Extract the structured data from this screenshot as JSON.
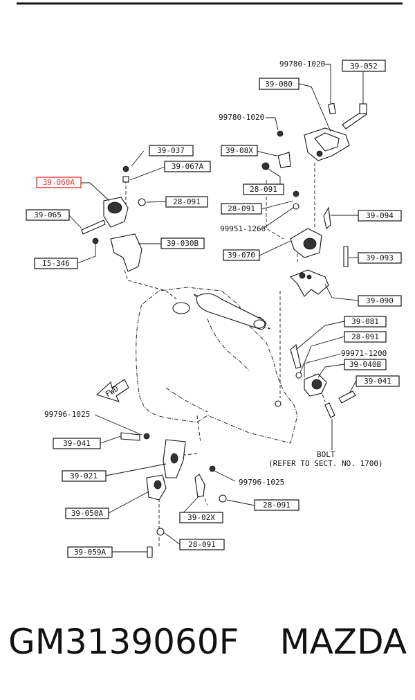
{
  "diagram": {
    "part_labels": [
      {
        "id": "39-052",
        "text": "39-052"
      },
      {
        "id": "39-080",
        "text": "39-080"
      },
      {
        "id": "39-037",
        "text": "39-037"
      },
      {
        "id": "39-08X",
        "text": "39-08X"
      },
      {
        "id": "39-067A",
        "text": "39-067A"
      },
      {
        "id": "39-060A",
        "text": "39-060A",
        "highlighted": true
      },
      {
        "id": "28-091-a",
        "text": "28-091"
      },
      {
        "id": "28-091-b",
        "text": "28-091"
      },
      {
        "id": "28-091-c",
        "text": "28-091"
      },
      {
        "id": "39-065",
        "text": "39-065"
      },
      {
        "id": "39-094",
        "text": "39-094"
      },
      {
        "id": "39-030B",
        "text": "39-030B"
      },
      {
        "id": "39-070",
        "text": "39-070"
      },
      {
        "id": "39-093",
        "text": "39-093"
      },
      {
        "id": "15-346",
        "text": "I5-346"
      },
      {
        "id": "39-090",
        "text": "39-090"
      },
      {
        "id": "39-081",
        "text": "39-081"
      },
      {
        "id": "28-091-d",
        "text": "28-091"
      },
      {
        "id": "39-040B",
        "text": "39-040B"
      },
      {
        "id": "39-041-a",
        "text": "39-041"
      },
      {
        "id": "39-041-b",
        "text": "39-041"
      },
      {
        "id": "39-021",
        "text": "39-021"
      },
      {
        "id": "39-050A",
        "text": "39-050A"
      },
      {
        "id": "28-091-e",
        "text": "28-091"
      },
      {
        "id": "39-02X",
        "text": "39-02X"
      },
      {
        "id": "28-091-f",
        "text": "28-091"
      },
      {
        "id": "39-059A",
        "text": "39-059A"
      }
    ],
    "callouts": [
      {
        "id": "99780-1020-a",
        "text": "99780-1020"
      },
      {
        "id": "99780-1020-b",
        "text": "99780-1020"
      },
      {
        "id": "99951-1266",
        "text": "99951-1266"
      },
      {
        "id": "99971-1200",
        "text": "99971-1200"
      },
      {
        "id": "99796-1025-a",
        "text": "99796-1025"
      },
      {
        "id": "99796-1025-b",
        "text": "99796-1025"
      }
    ],
    "fwd_label": "FWD",
    "bolt_note": {
      "line1": "BOLT",
      "line2": "(REFER TO SECT. NO. 1700)"
    },
    "highlight_color": "#e53935"
  },
  "caption": {
    "part_number": "GM3139060F",
    "make": "MAZDA"
  }
}
